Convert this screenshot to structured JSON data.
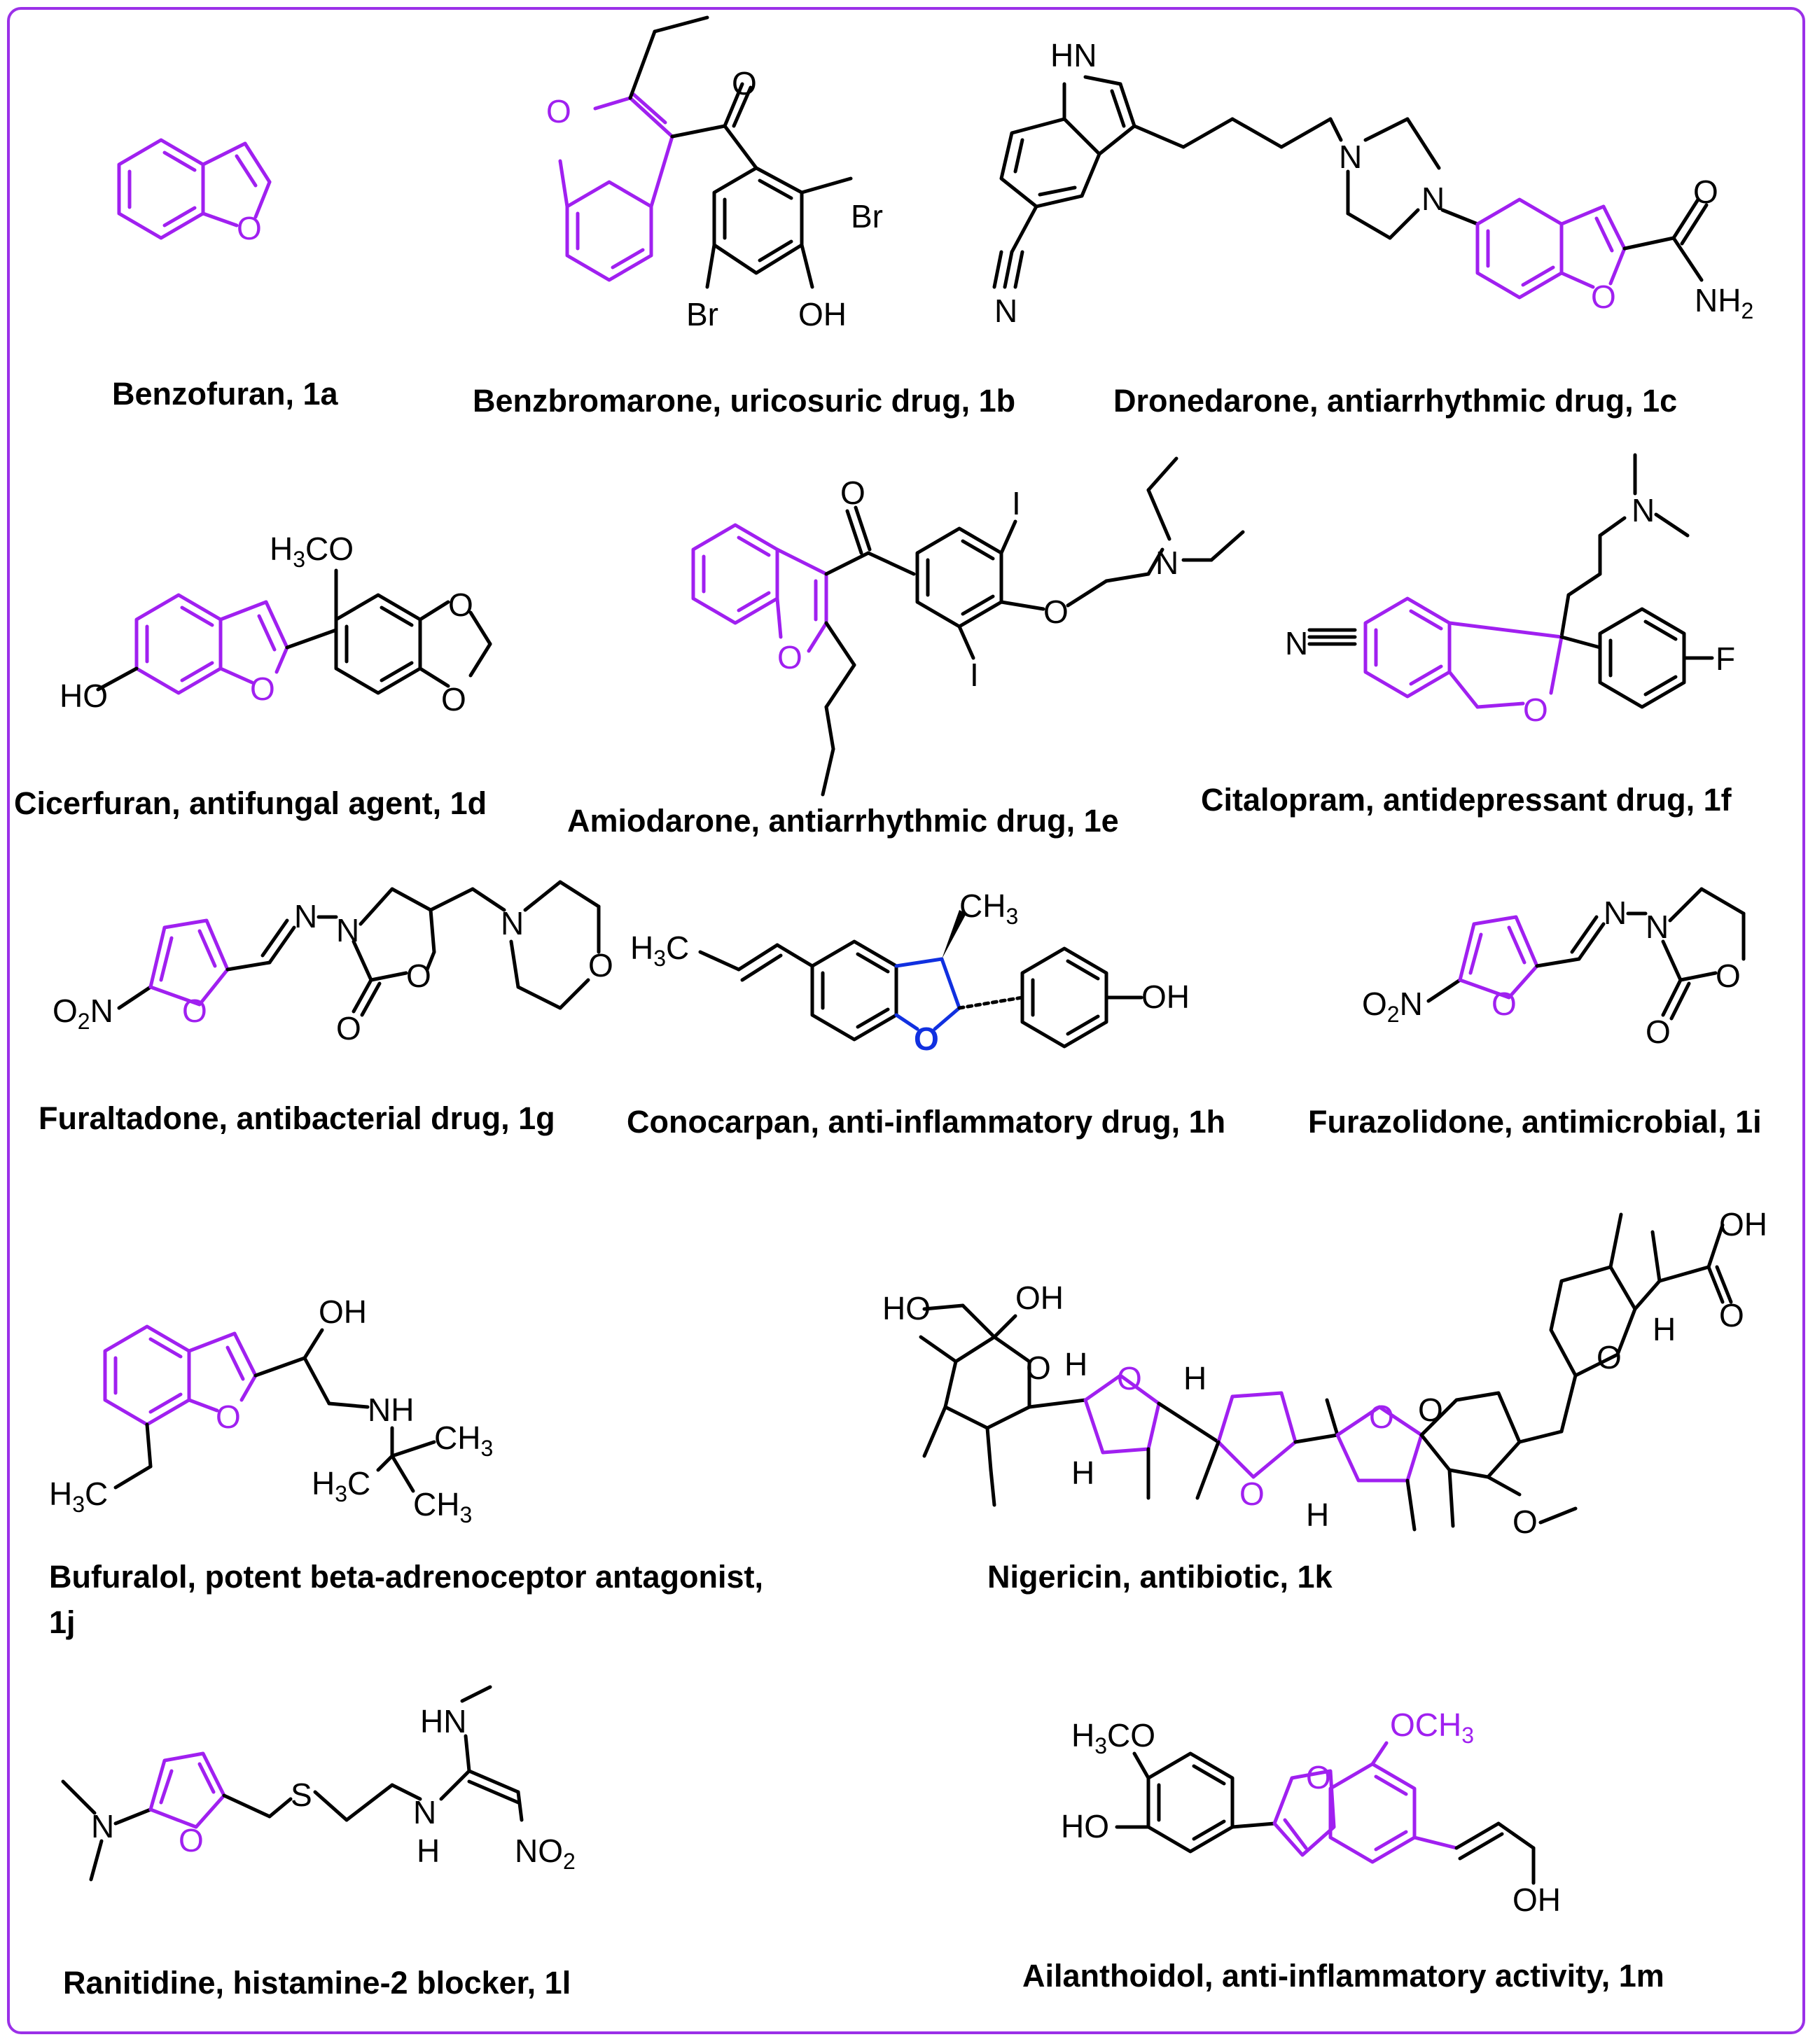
{
  "colors": {
    "border": "#9b30e8",
    "furan_highlight": "#a020f0",
    "oxygen_blue": "#1030e0",
    "bond": "#000000"
  },
  "captions": {
    "c1a": "Benzofuran, 1a",
    "c1b": "Benzbromarone, uricosuric drug, 1b",
    "c1c": "Dronedarone, antiarrhythmic drug, 1c",
    "c1d": "Cicerfuran, antifungal agent, 1d",
    "c1e": "Amiodarone, antiarrhythmic drug, 1e",
    "c1f": "Citalopram, antidepressant drug, 1f",
    "c1g": "Furaltadone, antibacterial drug, 1g",
    "c1h": "Conocarpan, anti-inflammatory drug, 1h",
    "c1i": "Furazolidone, antimicrobial, 1i",
    "c1j_line1": "Bufuralol, potent beta-adrenoceptor antagonist,",
    "c1j_line2": "1j",
    "c1k": "Nigericin, antibiotic, 1k",
    "c1l": "Ranitidine, histamine-2 blocker, 1l",
    "c1m": "Ailanthoidol,  anti-inflammatory activity, 1m"
  },
  "atoms": {
    "O": "O",
    "HN": "HN",
    "NH": "NH",
    "N": "N",
    "H": "H",
    "OH": "OH",
    "HO": "HO",
    "Br": "Br",
    "I": "I",
    "F": "F",
    "S": "S",
    "NH2": "NH",
    "two": "2",
    "three": "3",
    "H3C": "H",
    "CH3": "CH",
    "O2N": "O",
    "NO2": "NO",
    "OCH3": "OCH",
    "C": "C",
    "CO": "CO"
  }
}
